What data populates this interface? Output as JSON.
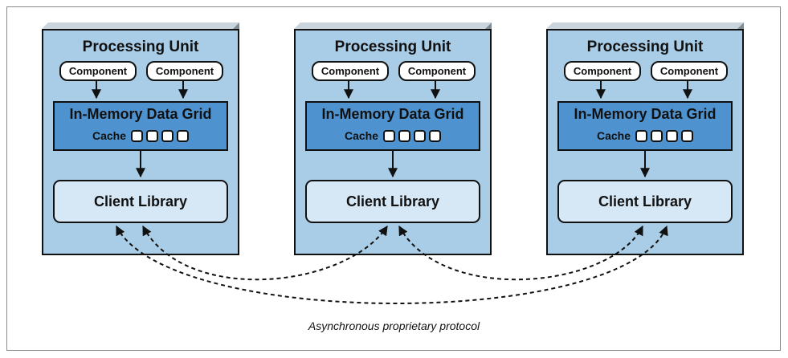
{
  "units": [
    {
      "title": "Processing Unit",
      "components": [
        "Component",
        "Component"
      ],
      "grid_title": "In-Memory Data Grid",
      "cache_label": "Cache",
      "cache_slots": 4,
      "client_label": "Client Library"
    },
    {
      "title": "Processing Unit",
      "components": [
        "Component",
        "Component"
      ],
      "grid_title": "In-Memory Data Grid",
      "cache_label": "Cache",
      "cache_slots": 4,
      "client_label": "Client Library"
    },
    {
      "title": "Processing Unit",
      "components": [
        "Component",
        "Component"
      ],
      "grid_title": "In-Memory Data Grid",
      "cache_label": "Cache",
      "cache_slots": 4,
      "client_label": "Client Library"
    }
  ],
  "protocol_label": "Asynchronous proprietary protocol",
  "colors": {
    "unit_fill": "#a9cde6",
    "grid_fill": "#4e93cf",
    "client_fill": "#d6e8f5",
    "side_shade": "#7f8c96",
    "outline": "#111111"
  }
}
